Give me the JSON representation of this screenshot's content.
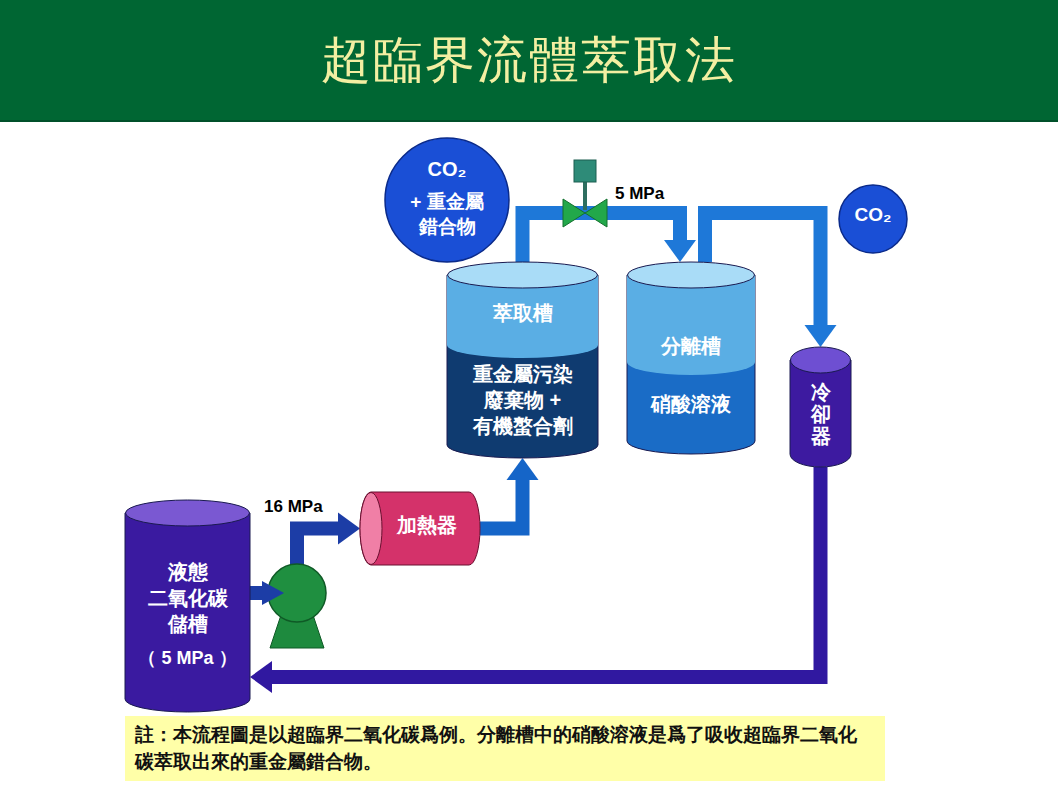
{
  "diagram": {
    "title": "超臨界流體萃取法",
    "caption": "註：本流程圖是以超臨界二氧化碳爲例。分離槽中的硝酸溶液是爲了吸收超臨界二氧化碳萃取出來的重金屬錯合物。",
    "nodes": [
      {
        "text": [
          "CO₂",
          "+ 重金屬 錯合物"
        ]
      },
      {
        "text": [
          "CO₂"
        ]
      },
      {
        "text": [
          "萃取槽",
          "重金屬污染 廢棄物 + 有機螯合劑"
        ]
      },
      {
        "text": [
          "分離槽",
          "硝酸溶液"
        ]
      },
      {
        "text": [
          "冷卻器"
        ]
      },
      {
        "text": [
          "加熱器"
        ]
      },
      {
        "text": [
          "液態 二氧化碳 儲槽",
          "（ 5 MPa ）"
        ]
      }
    ],
    "edges": [
      {
        "from": 6,
        "to": 5,
        "arrow": "to",
        "label": "16 MPa"
      },
      {
        "from": 5,
        "to": 2,
        "arrow": "to"
      },
      {
        "from": 2,
        "to": 3,
        "arrow": "to",
        "label": "5 MPa"
      },
      {
        "from": 3,
        "to": 4,
        "arrow": "to"
      },
      {
        "from": 4,
        "to": 6,
        "arrow": "to"
      }
    ]
  }
}
